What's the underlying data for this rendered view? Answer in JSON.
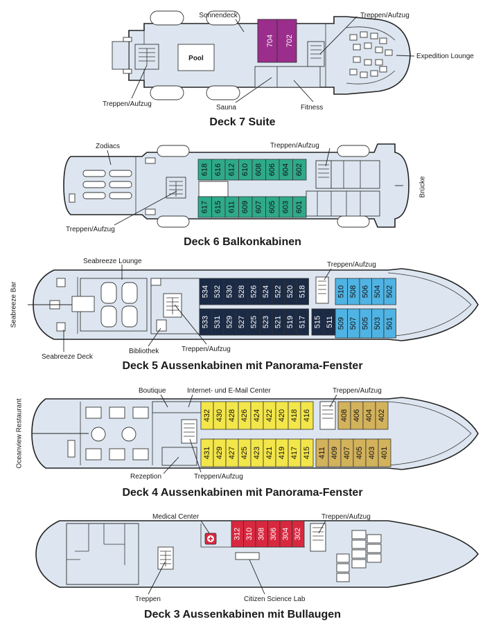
{
  "colors": {
    "hull": "#dde6f0",
    "suite": "#9b2d8c",
    "balcony": "#2eaa8a",
    "deck5_dark": "#1b2a45",
    "deck5_light": "#4fb3e3",
    "deck4_yellow": "#f3e64a",
    "deck4_gold": "#d3b25c",
    "deck3_red": "#d8283f"
  },
  "deck7": {
    "title": "Deck 7 Suite",
    "labels": {
      "sonnendeck": "Sonnendeck",
      "treppen_top": "Treppen/Aufzug",
      "expedition": "Expedition Lounge",
      "pool": "Pool",
      "treppen_left": "Treppen/Aufzug",
      "sauna": "Sauna",
      "fitness": "Fitness"
    },
    "cabins": [
      "704",
      "702"
    ]
  },
  "deck6": {
    "title": "Deck 6 Balkonkabinen",
    "labels": {
      "zodiacs": "Zodiacs",
      "treppen_top": "Treppen/Aufzug",
      "bruecke": "Brücke",
      "treppen_bottom": "Treppen/Aufzug"
    },
    "cabins_top": [
      "618",
      "616",
      "612",
      "610",
      "608",
      "606",
      "604",
      "602"
    ],
    "cabins_bottom": [
      "617",
      "615",
      "611",
      "609",
      "607",
      "605",
      "603",
      "601"
    ]
  },
  "deck5": {
    "title": "Deck 5 Aussenkabinen mit Panorama-Fenster",
    "labels": {
      "lounge": "Seabreeze Lounge",
      "treppen_top": "Treppen/Aufzug",
      "bar": "Seabreeze Bar",
      "bibliothek": "Bibliothek",
      "treppen_bottom": "Treppen/Aufzug",
      "deck": "Seabreeze Deck"
    },
    "dark_top": [
      "534",
      "532",
      "530",
      "528",
      "526",
      "524",
      "522",
      "520",
      "518"
    ],
    "dark_bottom": [
      "533",
      "531",
      "529",
      "527",
      "525",
      "523",
      "521",
      "519",
      "517"
    ],
    "dark_bottom_fwd": [
      "515",
      "511"
    ],
    "light_top": [
      "510",
      "508",
      "506",
      "504",
      "502"
    ],
    "light_bottom": [
      "509",
      "507",
      "505",
      "503",
      "501"
    ]
  },
  "deck4": {
    "title": "Deck 4 Aussenkabinen mit Panorama-Fenster",
    "labels": {
      "boutique": "Boutique",
      "internet": "Internet- und E-Mail Center",
      "treppen_top": "Treppen/Aufzug",
      "oceanview": "Oceanview Restaurant",
      "rezeption": "Rezeption",
      "treppen_bottom": "Treppen/Aufzug"
    },
    "yellow_top": [
      "432",
      "430",
      "428",
      "426",
      "424",
      "422",
      "420",
      "418",
      "416"
    ],
    "yellow_bottom": [
      "431",
      "429",
      "427",
      "425",
      "423",
      "421",
      "419",
      "417",
      "415"
    ],
    "gold_top": [
      "408",
      "406",
      "404",
      "402"
    ],
    "gold_bottom": [
      "411",
      "409",
      "407",
      "405",
      "403",
      "401"
    ]
  },
  "deck3": {
    "title": "Deck 3 Aussenkabinen mit Bullaugen",
    "labels": {
      "medical": "Medical Center",
      "treppen_top": "Treppen/Aufzug",
      "treppen": "Treppen",
      "citizen": "Citizen Science Lab"
    },
    "cabins": [
      "312",
      "310",
      "308",
      "306",
      "304",
      "302"
    ]
  }
}
